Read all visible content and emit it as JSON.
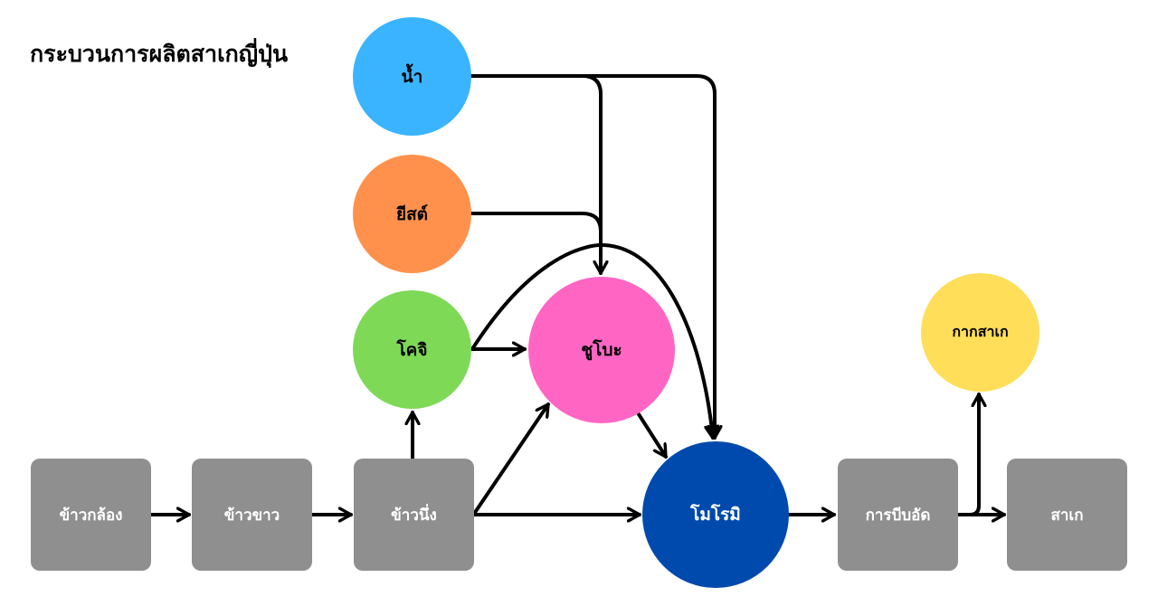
{
  "title": "กระบวนการผลิตสาเกญี่ปุ่น",
  "colors": {
    "water": "#3bb4ff",
    "yeast": "#ff914d",
    "koji": "#7ed957",
    "shubo": "#ff66c4",
    "moromi": "#004aad",
    "sake_lees": "#ffde59",
    "process_box": "#8f8f8f",
    "arrow": "#000000"
  },
  "nodes": {
    "water": "น้ำ",
    "yeast": "ยีสต์",
    "koji": "โคจิ",
    "shubo": "ชูโบะ",
    "moromi": "โมโรมิ",
    "sake_lees": "กากสาเก",
    "brown_rice": "ข้าวกล้อง",
    "white_rice": "ข้าวขาว",
    "steamed_rice": "ข้าวนึ่ง",
    "pressing": "การบีบอัด",
    "sake": "สาเก"
  },
  "edges": [
    {
      "from": "brown_rice",
      "to": "white_rice"
    },
    {
      "from": "white_rice",
      "to": "steamed_rice"
    },
    {
      "from": "steamed_rice",
      "to": "koji"
    },
    {
      "from": "steamed_rice",
      "to": "shubo"
    },
    {
      "from": "steamed_rice",
      "to": "moromi"
    },
    {
      "from": "koji",
      "to": "shubo"
    },
    {
      "from": "koji",
      "to": "moromi"
    },
    {
      "from": "water",
      "to": "shubo"
    },
    {
      "from": "water",
      "to": "moromi"
    },
    {
      "from": "yeast",
      "to": "shubo"
    },
    {
      "from": "shubo",
      "to": "moromi"
    },
    {
      "from": "moromi",
      "to": "pressing"
    },
    {
      "from": "pressing",
      "to": "sake"
    },
    {
      "from": "pressing",
      "to": "sake_lees"
    }
  ]
}
